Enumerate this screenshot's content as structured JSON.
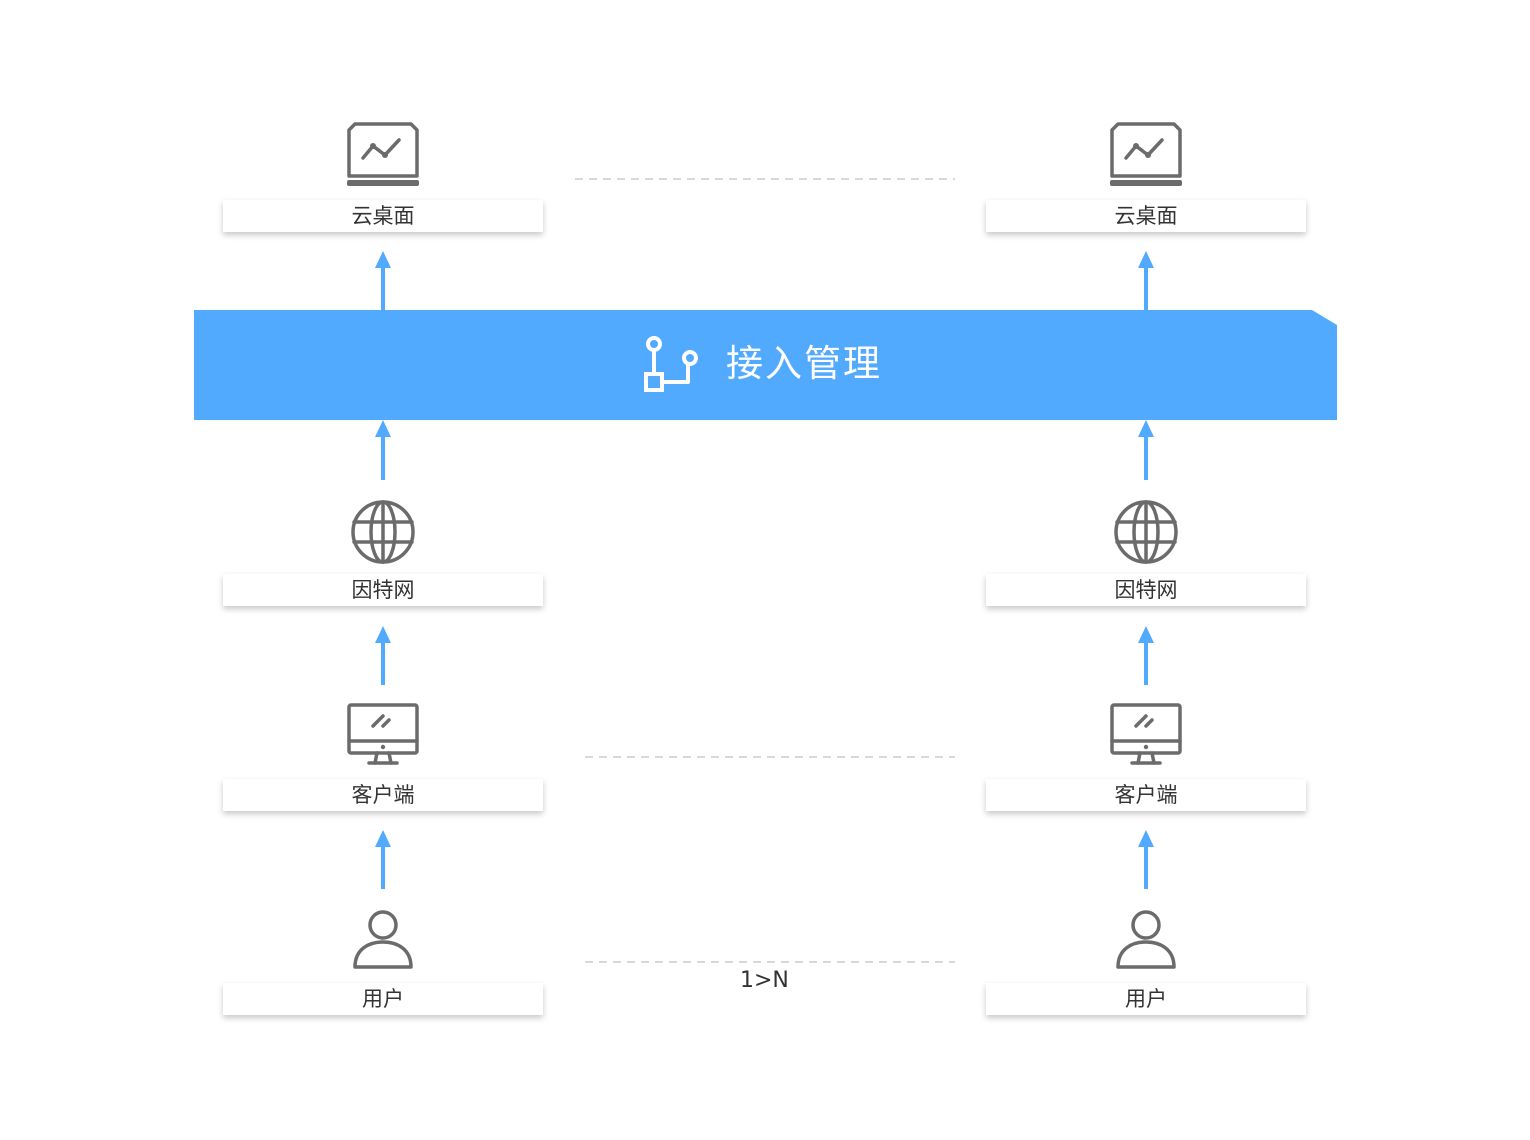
{
  "banner": {
    "title": "接入管理",
    "icon": "branch-icon"
  },
  "columns": [
    {
      "side": "left",
      "nodes": [
        {
          "label": "云桌面",
          "icon": "cloud-desktop-icon"
        },
        {
          "label": "因特网",
          "icon": "globe-icon"
        },
        {
          "label": "客户端",
          "icon": "monitor-icon"
        },
        {
          "label": "用户",
          "icon": "user-icon"
        }
      ]
    },
    {
      "side": "right",
      "nodes": [
        {
          "label": "云桌面",
          "icon": "cloud-desktop-icon"
        },
        {
          "label": "因特网",
          "icon": "globe-icon"
        },
        {
          "label": "客户端",
          "icon": "monitor-icon"
        },
        {
          "label": "用户",
          "icon": "user-icon"
        }
      ]
    }
  ],
  "relation_label": "1>N",
  "colors": {
    "accent": "#52aaff",
    "icon": "#6b6b6b",
    "text": "#333333",
    "dashed_line": "#cccccc"
  }
}
